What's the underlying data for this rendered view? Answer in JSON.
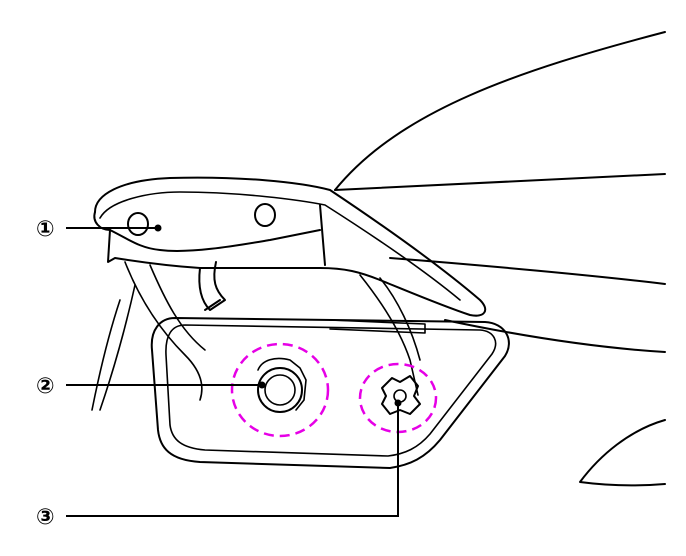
{
  "callouts": [
    {
      "id": "1",
      "label": "①"
    },
    {
      "id": "2",
      "label": "②"
    },
    {
      "id": "3",
      "label": "③"
    }
  ],
  "colors": {
    "line": "#000000",
    "highlight": "#e600e6",
    "background": "#ffffff"
  },
  "icons": [
    "fuel-filler-door-illustration",
    "fuel-cap-icon",
    "release-lever-icon"
  ]
}
